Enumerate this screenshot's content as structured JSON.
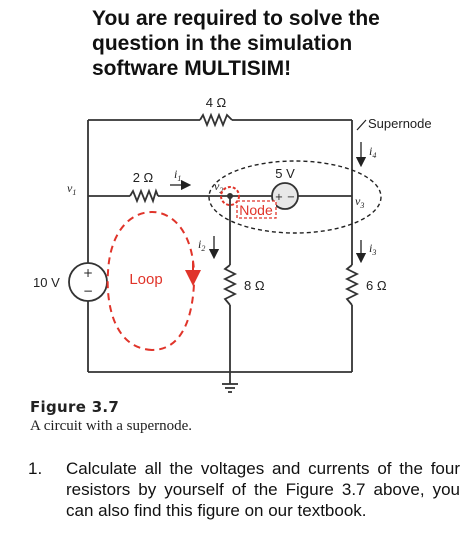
{
  "header": {
    "line1": "You are required to solve the",
    "line2": "question in the simulation",
    "line3": "software MULTISIM!"
  },
  "circuit": {
    "r_top": "4 Ω",
    "r_left": "2 Ω",
    "r_middle": "8 Ω",
    "r_right": "6 Ω",
    "source_voltage": "10 V",
    "source_dependent": "5 V",
    "node_v1": "v",
    "node_v1_sub": "1",
    "node_v2": "v",
    "node_v2_sub": "2",
    "node_v3": "v",
    "node_v3_sub": "3",
    "current_i1": "i",
    "current_i1_sub": "1",
    "current_i2": "i",
    "current_i2_sub": "2",
    "current_i3": "i",
    "current_i3_sub": "3",
    "current_i4": "i",
    "current_i4_sub": "4",
    "supernode_label": "Supernode",
    "node_label": "Node",
    "loop_label": "Loop",
    "plus_sign": "+",
    "minus_sign": "−"
  },
  "caption": {
    "title": "Figure 3.7",
    "subtitle": "A circuit with a supernode."
  },
  "question": {
    "number": "1.",
    "text": "Calculate all the voltages and currents of the four resistors by yourself of the Figure 3.7 above, you can also find this figure on our textbook."
  },
  "colors": {
    "wire": "#333333",
    "annotation_red": "#e0342a",
    "dashed_black": "#222222"
  }
}
